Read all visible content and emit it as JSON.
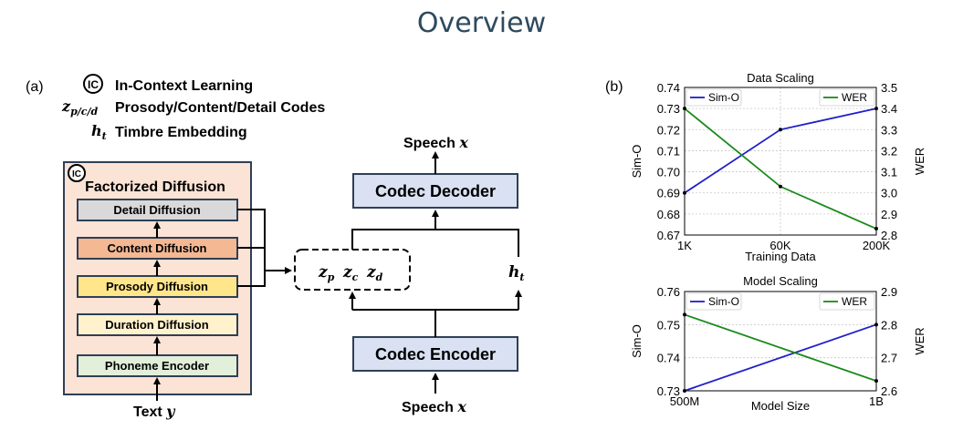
{
  "slide": {
    "title": "Overview"
  },
  "panel_a": {
    "label": "(a)",
    "legend": {
      "ic_symbol": "IC",
      "ic_text": "In-Context Learning",
      "codes_symbol": "z",
      "codes_subscript": "p/c/d",
      "codes_text": "Prosody/Content/Detail Codes",
      "timbre_symbol": "h",
      "timbre_subscript": "t",
      "timbre_text": "Timbre Embedding"
    },
    "factorized": {
      "ic_badge": "IC",
      "title": "Factorized Diffusion",
      "detail": "Detail Diffusion",
      "content": "Content Diffusion",
      "prosody": "Prosody Diffusion",
      "duration": "Duration Diffusion",
      "phoneme": "Phoneme Encoder",
      "input_text": "Text",
      "input_var": "y"
    },
    "codec": {
      "speech_out": "Speech",
      "speech_out_var": "x",
      "decoder": "Codec Decoder",
      "zp": "z",
      "zp_sub": "p",
      "zc": "z",
      "zc_sub": "c",
      "zd": "z",
      "zd_sub": "d",
      "ht": "h",
      "ht_sub": "t",
      "encoder": "Codec Encoder",
      "speech_in": "Speech",
      "speech_in_var": "x"
    },
    "colors": {
      "panel_bg": "#fbe3d5",
      "detail": "#d9d9d9",
      "content": "#f4b893",
      "prosody": "#ffe68a",
      "duration": "#fff2cc",
      "phoneme": "#e2efda",
      "codec": "#d9e1f2"
    }
  },
  "panel_b": {
    "label": "(b)"
  },
  "chart_data": [
    {
      "type": "line",
      "title": "Data Scaling",
      "xlabel": "Training Data",
      "categories": [
        "1K",
        "60K",
        "200K"
      ],
      "left_axis": {
        "label": "Sim-O",
        "ylim": [
          0.67,
          0.74
        ],
        "ticks": [
          "0.67",
          "0.68",
          "0.69",
          "0.70",
          "0.71",
          "0.72",
          "0.73",
          "0.74"
        ]
      },
      "right_axis": {
        "label": "WER",
        "ylim": [
          2.8,
          3.5
        ],
        "ticks": [
          "2.8",
          "2.9",
          "3.0",
          "3.1",
          "3.2",
          "3.3",
          "3.4",
          "3.5"
        ]
      },
      "series": [
        {
          "name": "Sim-O",
          "axis": "left",
          "color": "#1f1fc8",
          "values": [
            0.69,
            0.72,
            0.73
          ]
        },
        {
          "name": "WER",
          "axis": "right",
          "color": "#1a8a1a",
          "values": [
            3.4,
            3.03,
            2.83
          ]
        }
      ],
      "legend": "top-left and top-right",
      "grid": true
    },
    {
      "type": "line",
      "title": "Model Scaling",
      "xlabel": "Model Size",
      "categories": [
        "500M",
        "1B"
      ],
      "left_axis": {
        "label": "Sim-O",
        "ylim": [
          0.73,
          0.76
        ],
        "ticks": [
          "0.73",
          "0.74",
          "0.75",
          "0.76"
        ]
      },
      "right_axis": {
        "label": "WER",
        "ylim": [
          2.6,
          2.9
        ],
        "ticks": [
          "2.6",
          "2.7",
          "2.8",
          "2.9"
        ]
      },
      "series": [
        {
          "name": "Sim-O",
          "axis": "left",
          "color": "#1f1fc8",
          "values": [
            0.73,
            0.75
          ]
        },
        {
          "name": "WER",
          "axis": "right",
          "color": "#1a8a1a",
          "values": [
            2.83,
            2.63
          ]
        }
      ],
      "legend": "top-left and top-right",
      "grid": true
    }
  ]
}
